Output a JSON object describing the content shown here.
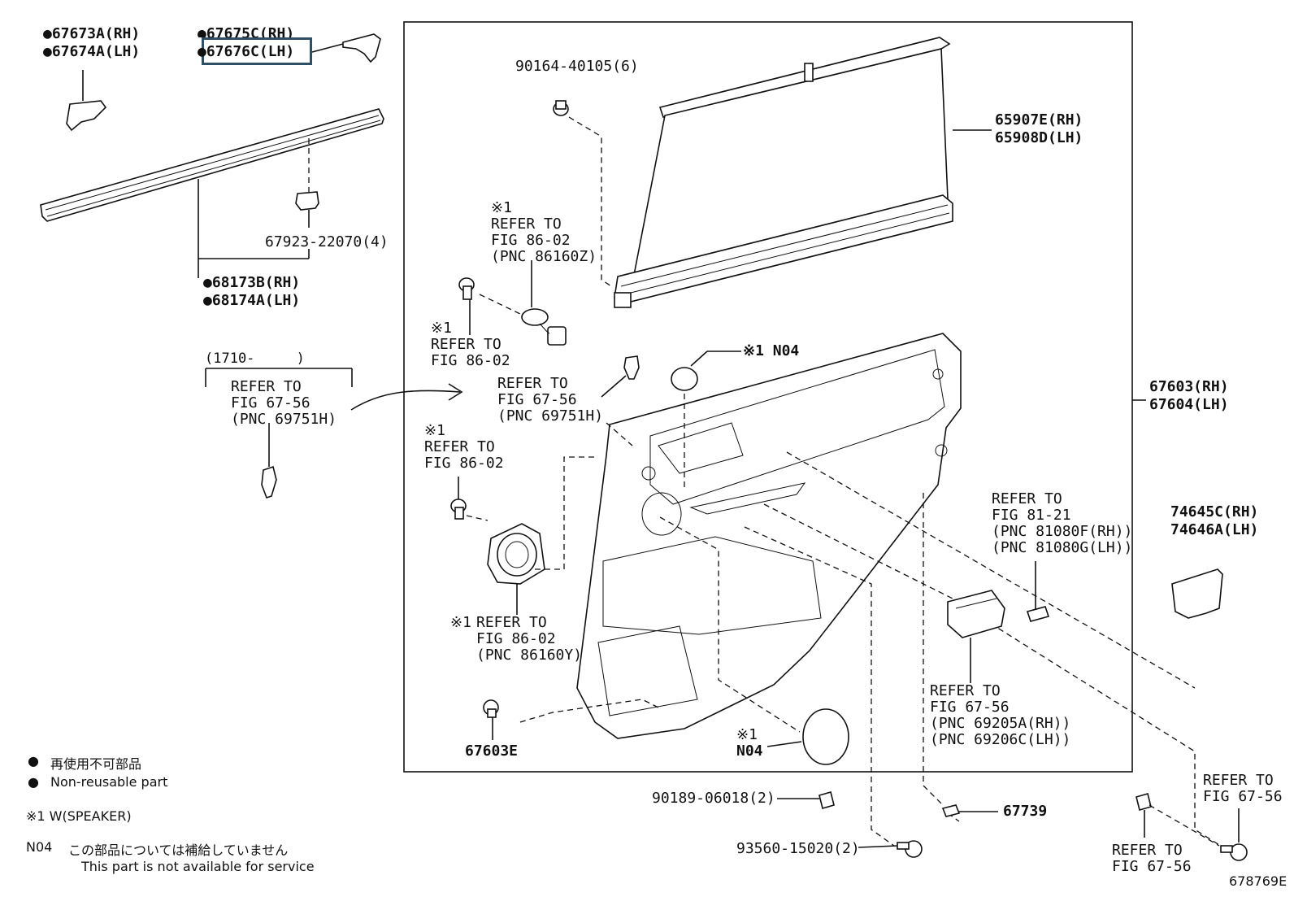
{
  "diagram_id": "678769E",
  "parts": {
    "p67673": [
      "●67673A(RH)",
      "●67674A(LH)"
    ],
    "p67675": [
      "●67675C(RH)",
      "●67676C(LH)"
    ],
    "p67923": "67923-22070(4)",
    "p68173": [
      "●68173B(RH)",
      "●68174A(LH)"
    ],
    "p90164": "90164-40105(6)",
    "p65907": [
      "65907E(RH)",
      "65908D(LH)"
    ],
    "p67603": [
      "67603(RH)",
      "67604(LH)"
    ],
    "p74645": [
      "74645C(RH)",
      "74646A(LH)"
    ],
    "p67603E": "67603E",
    "p90189": "90189-06018(2)",
    "p93560": "93560-15020(2)",
    "p67739": "67739",
    "n04_top": "※1 N04",
    "n04_bottom": [
      "※1",
      "N04"
    ]
  },
  "refs": {
    "date_range": "(1710-     )",
    "ref_69751H_left": [
      "REFER TO",
      "FIG 67-56",
      "(PNC 69751H)"
    ],
    "ref_86160Z": [
      "※1",
      "REFER TO",
      "FIG 86-02",
      "(PNC 86160Z)"
    ],
    "ref_86_02_a": [
      "※1",
      "REFER TO",
      "FIG 86-02"
    ],
    "ref_69751H_mid": [
      "REFER TO",
      "FIG 67-56",
      "(PNC 69751H)"
    ],
    "ref_86_02_b": [
      "※1",
      "REFER TO",
      "FIG 86-02"
    ],
    "ref_86160Y": [
      "※1",
      "REFER TO",
      "FIG 86-02",
      "(PNC 86160Y)"
    ],
    "ref_81080": [
      "REFER TO",
      "FIG 81-21",
      "(PNC 81080F(RH))",
      "(PNC 81080G(LH))"
    ],
    "ref_69205": [
      "REFER TO",
      "FIG 67-56",
      "(PNC 69205A(RH))",
      "(PNC 69206C(LH))"
    ],
    "ref_67_56_right": [
      "REFER TO",
      "FIG 67-56"
    ],
    "ref_67_56_bottom": [
      "REFER TO",
      "FIG 67-56"
    ]
  },
  "legend": {
    "nonreusable_jp": "再使用不可部品",
    "nonreusable_en": "Non-reusable part",
    "w_speaker": "※1 W(SPEAKER)",
    "n04_code": "N04",
    "n04_jp": "この部品については補給していません",
    "n04_en": "This part is not available for service"
  },
  "highlight_part": "67676C(LH)"
}
